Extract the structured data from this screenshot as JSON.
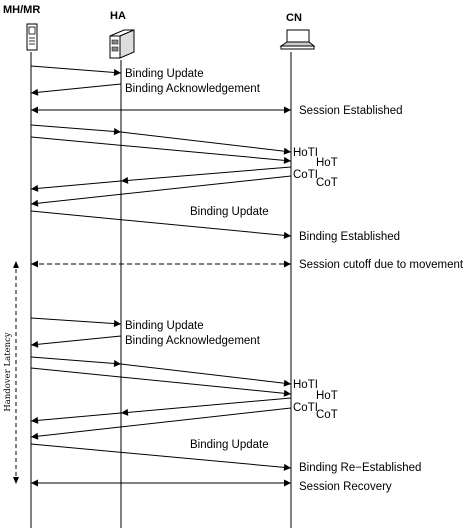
{
  "entities": {
    "mh": "MH/MR",
    "ha": "HA",
    "cn": "CN"
  },
  "side_label": "Handover Latency",
  "icons": {
    "mh": "mobile-phone-icon",
    "ha": "server-tower-icon",
    "cn": "laptop-icon"
  },
  "phase1": {
    "binding_update": "Binding Update",
    "binding_ack": "Binding Acknowledgement",
    "session_established": "Session Established",
    "hoti": "HoTI",
    "hot": "HoT",
    "coti": "CoTI",
    "cot": "CoT",
    "binding_update_cn": "Binding Update",
    "binding_established": "Binding Established",
    "session_cutoff": "Session cutoff due to movement"
  },
  "phase2": {
    "binding_update": "Binding Update",
    "binding_ack": "Binding Acknowledgement",
    "hoti": "HoTI",
    "hot": "HoT",
    "coti": "CoTI",
    "cot": "CoT",
    "binding_update_cn": "Binding Update",
    "binding_reestablished": "Binding Re−Established",
    "session_recovery": "Session Recovery"
  }
}
